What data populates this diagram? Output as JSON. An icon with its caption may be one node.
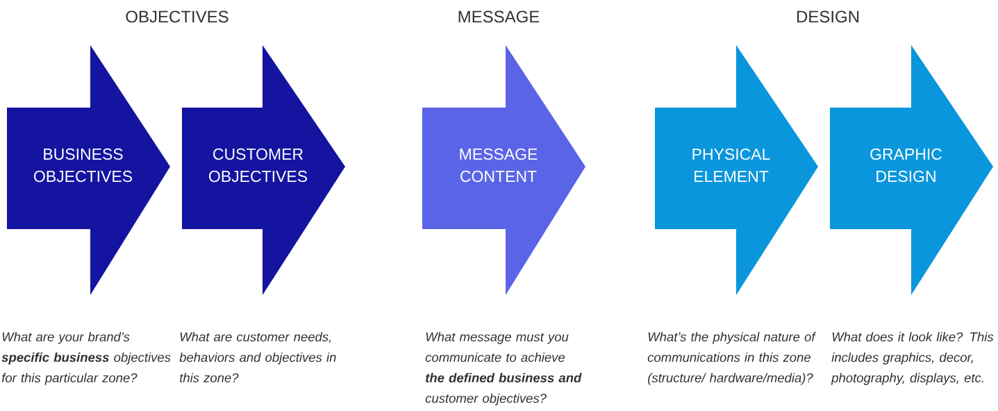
{
  "diagram": {
    "nodes": [
      {
        "text": [
          "BUSINESS OBJECTIVES"
        ],
        "beside": [
          "What are your brand’s **specific business** objectives for this particular zone?"
        ]
      },
      {
        "text": [
          "CUSTOMER OBJECTIVES"
        ],
        "beside": [
          "What are customer needs, behaviors and objectives in this zone?"
        ]
      },
      {
        "text": [
          "MESSAGE CONTENT"
        ],
        "beside": [
          "What message must you communicate to achieve **the defined business and** customer objectives?"
        ]
      },
      {
        "text": [
          "PHYSICAL ELEMENT"
        ],
        "beside": [
          "What’s the physical nature of communications in this zone (structure/ hardware/media)?"
        ]
      },
      {
        "text": [
          "GRAPHIC DESIGN"
        ],
        "beside": [
          "What does it look like? This includes graphics, decor, photography, displays, etc."
        ]
      }
    ],
    "edges": [],
    "labels": [
      "OBJECTIVES",
      "MESSAGE",
      "DESIGN"
    ]
  }
}
